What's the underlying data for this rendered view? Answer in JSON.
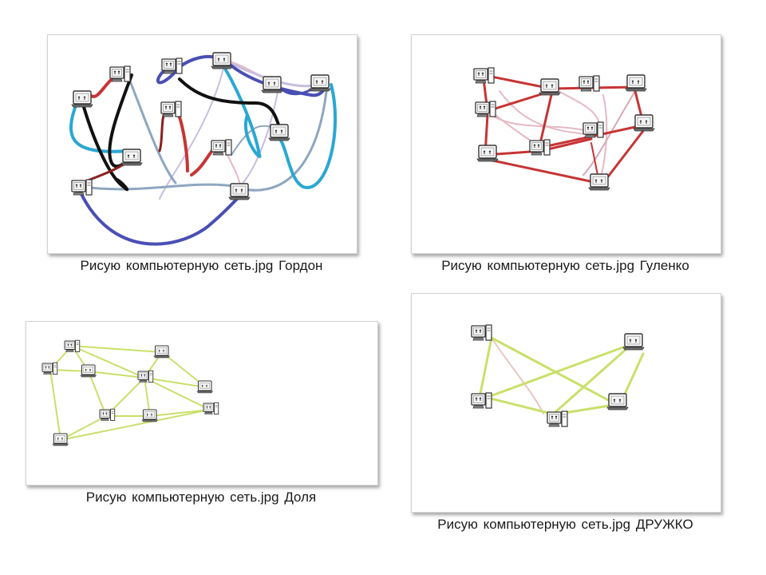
{
  "captions": [
    "Рисую компьютерную сеть.jpg Гордон",
    "Рисую компьютерную сеть.jpg Гуленко",
    "Рисую компьютерную сеть.jpg Доля",
    "Рисую компьютерную сеть.jpg ДРУЖКО"
  ],
  "colors": {
    "blue_link": "#4a4fb5",
    "black_link": "#111111",
    "red_link": "#c73434",
    "cyan_link": "#2aa7d4",
    "steel_link": "#8ea6c0",
    "lilac_link": "#c9bde0",
    "pink_link": "#e6b8c4",
    "green_link": "#c9e06a"
  },
  "icons": [
    "laptop-icon",
    "desktop-computer-icon"
  ]
}
